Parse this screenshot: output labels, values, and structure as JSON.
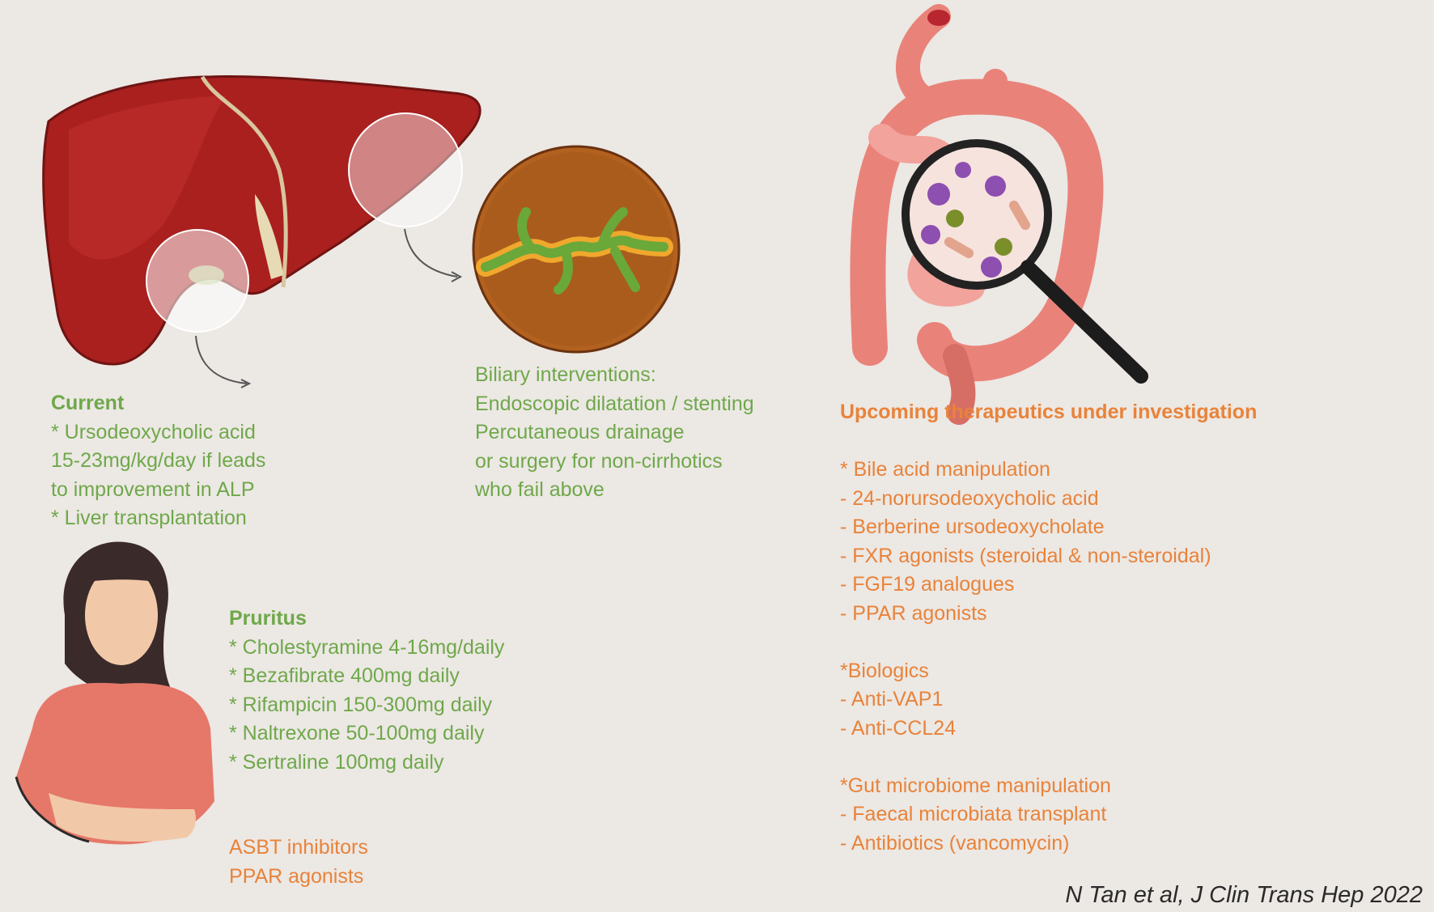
{
  "current": {
    "heading": "Current",
    "lines": [
      "* Ursodeoxycholic acid",
      "15-23mg/kg/day if leads",
      "to improvement in ALP",
      "* Liver transplantation"
    ]
  },
  "biliary": {
    "lines": [
      "Biliary interventions:",
      "Endoscopic dilatation / stenting",
      "Percutaneous drainage",
      "or surgery for non-cirrhotics",
      "who fail above"
    ]
  },
  "pruritus": {
    "heading": "Pruritus",
    "lines": [
      "* Cholestyramine 4-16mg/daily",
      "* Bezafibrate 400mg daily",
      "* Rifampicin 150-300mg daily",
      "* Naltrexone 50-100mg daily",
      "* Sertraline 100mg daily"
    ],
    "emerging": [
      "ASBT inhibitors",
      "PPAR agonists"
    ]
  },
  "upcoming": {
    "heading": "Upcoming therapeutics under investigation",
    "bile_acid": {
      "title": "* Bile acid manipulation",
      "items": [
        "- 24-norursodeoxycholic acid",
        "- Berberine ursodeoxycholate",
        "- FXR agonists (steroidal & non-steroidal)",
        "- FGF19 analogues",
        "- PPAR agonists"
      ]
    },
    "biologics": {
      "title": "*Biologics",
      "items": [
        "- Anti-VAP1",
        "- Anti-CCL24"
      ]
    },
    "microbiome": {
      "title": "*Gut microbiome manipulation",
      "items": [
        "- Faecal microbiata transplant",
        "- Antibiotics (vancomycin)"
      ]
    }
  },
  "citation": "N Tan et al, J Clin Trans Hep 2022",
  "colors": {
    "background": "#ece8e4",
    "current_text": "#6fa84a",
    "upcoming_text": "#e8833a",
    "citation_text": "#2a2a2a"
  }
}
